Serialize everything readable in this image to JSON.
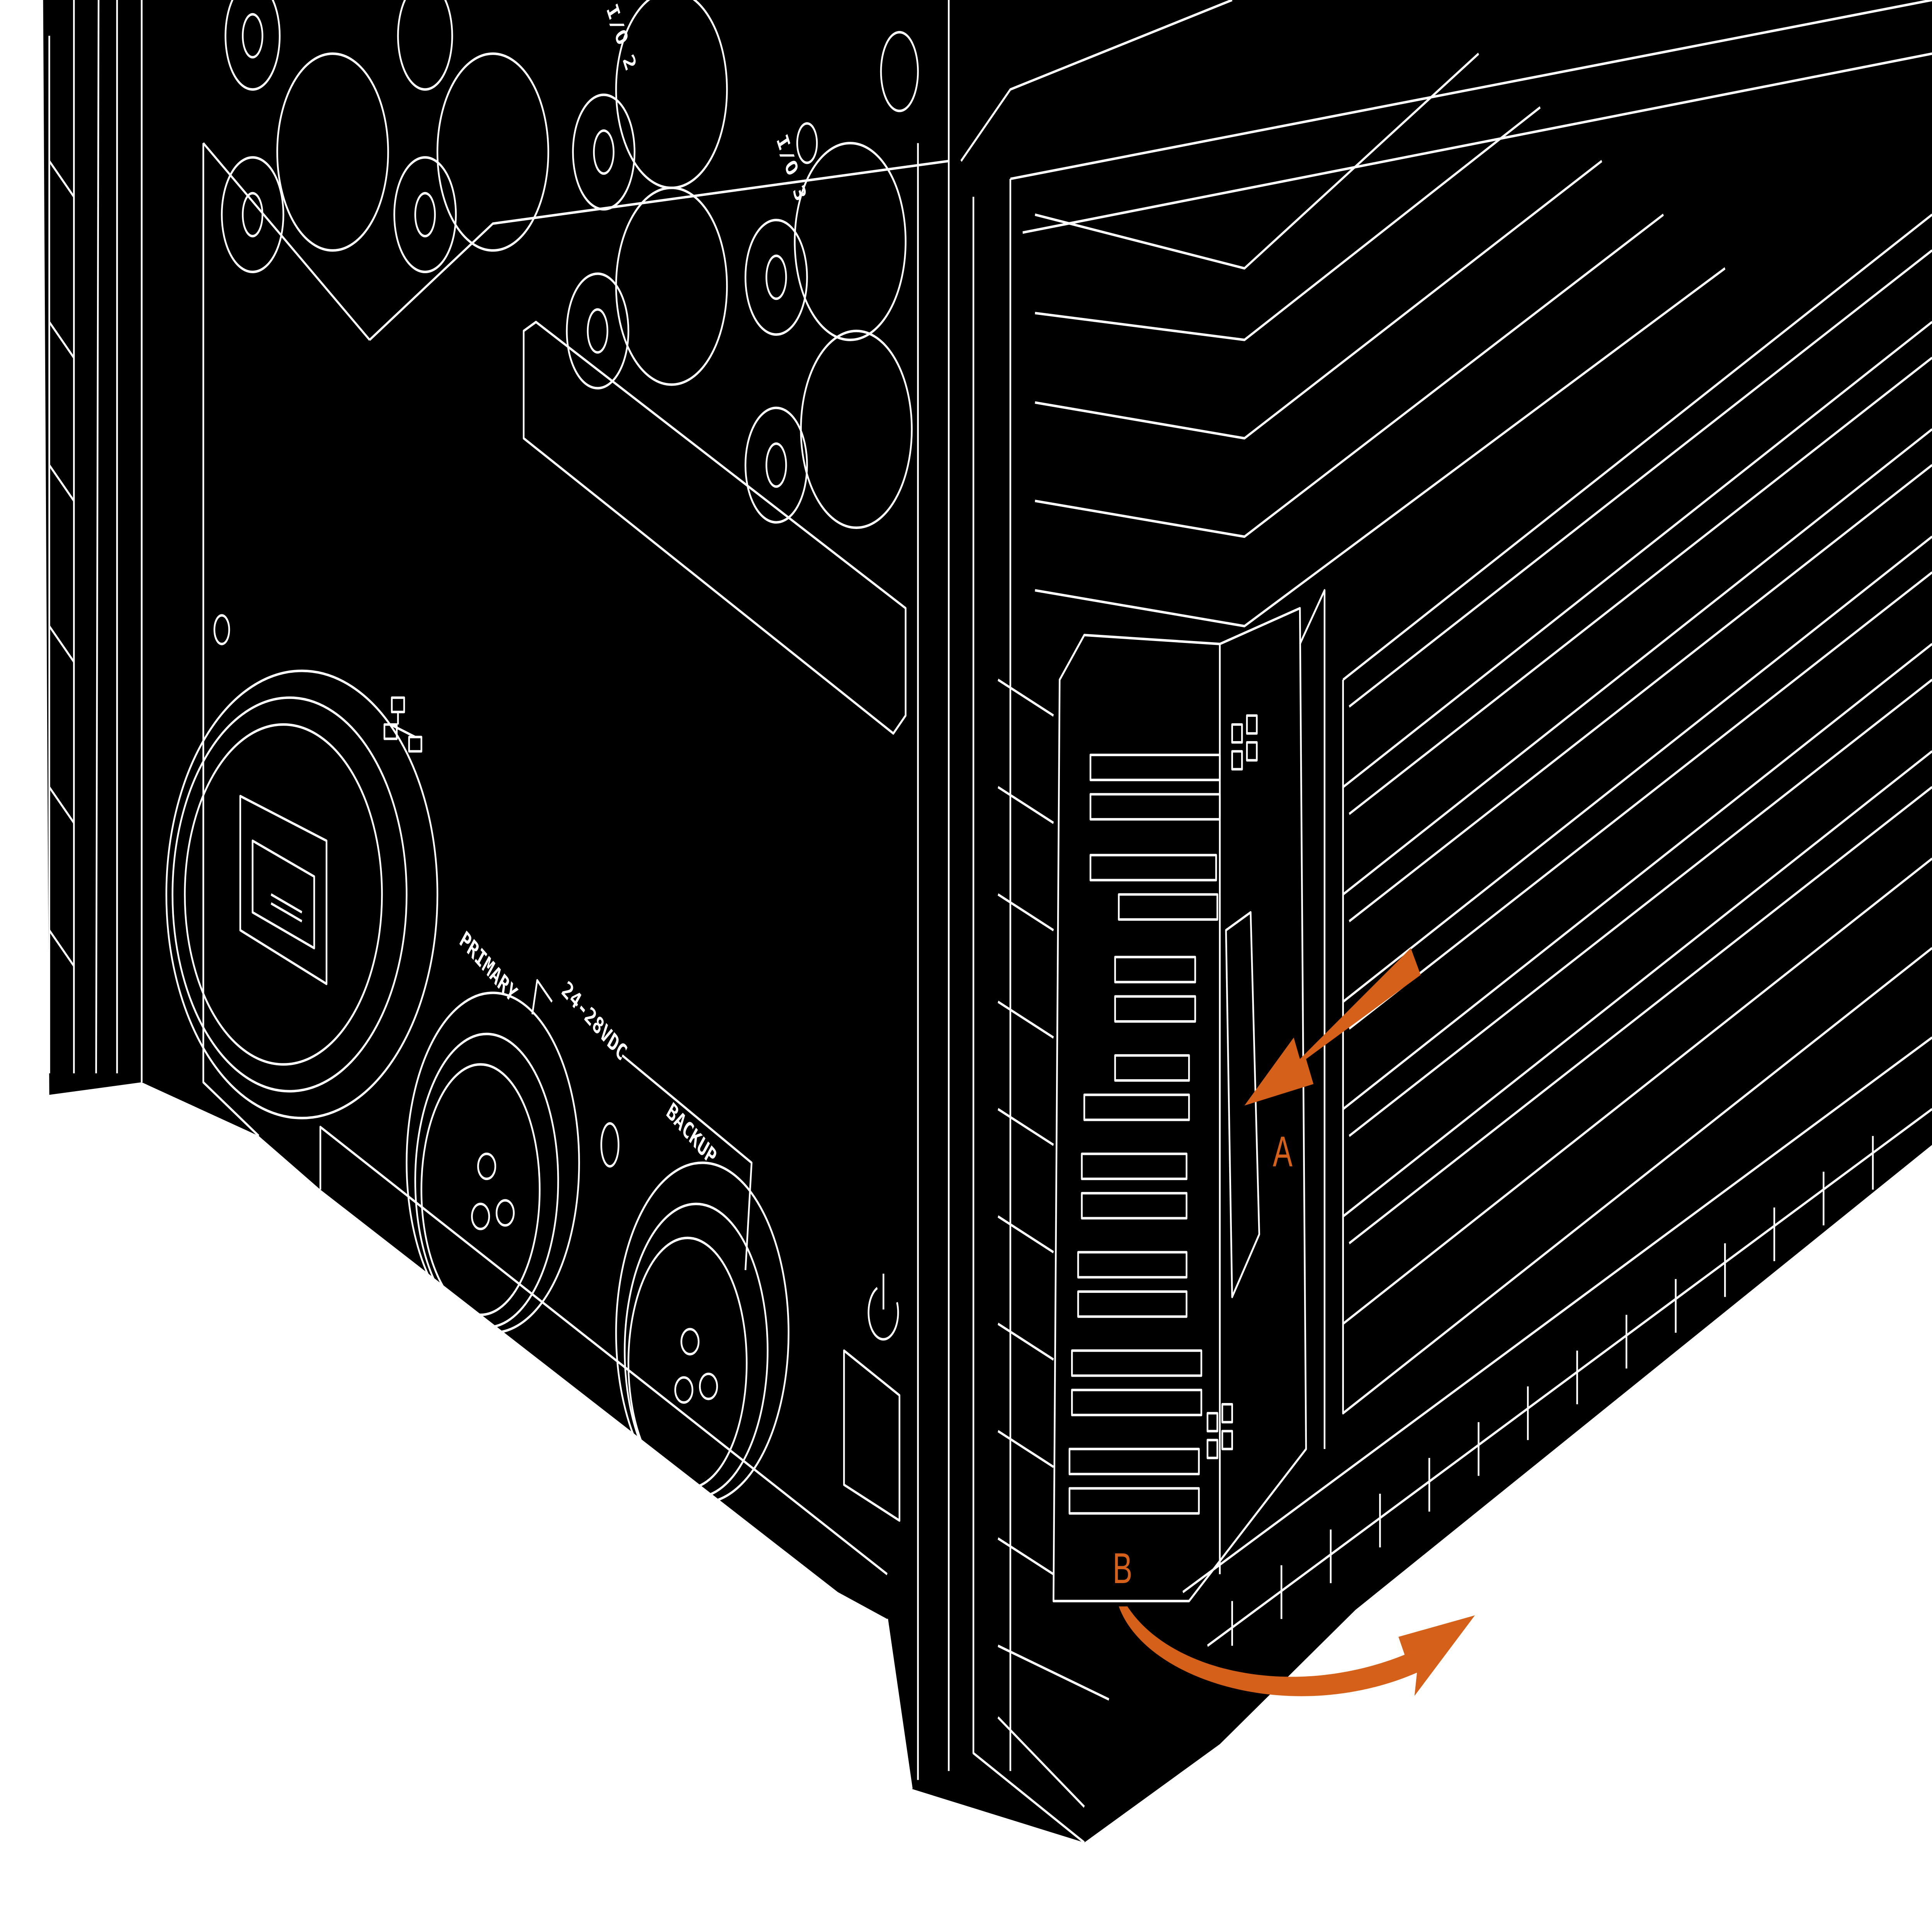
{
  "figure": {
    "panel_labels": {
      "io2": "I/O 2",
      "io3": "I/O 3",
      "primary": "PRIMARY",
      "voltage": "24-28VDC",
      "backup": "BACKUP"
    },
    "callouts": {
      "a": "A",
      "b": "B"
    },
    "icons": [
      "ethernet-network-icon",
      "power-icon",
      "bnc-connector-icon",
      "rj45-port-icon",
      "dc-power-connector-icon"
    ],
    "colors": {
      "body": "#000000",
      "linework": "#ffffff",
      "callout_arrow": "#d4601a",
      "background": "#ffffff"
    }
  }
}
